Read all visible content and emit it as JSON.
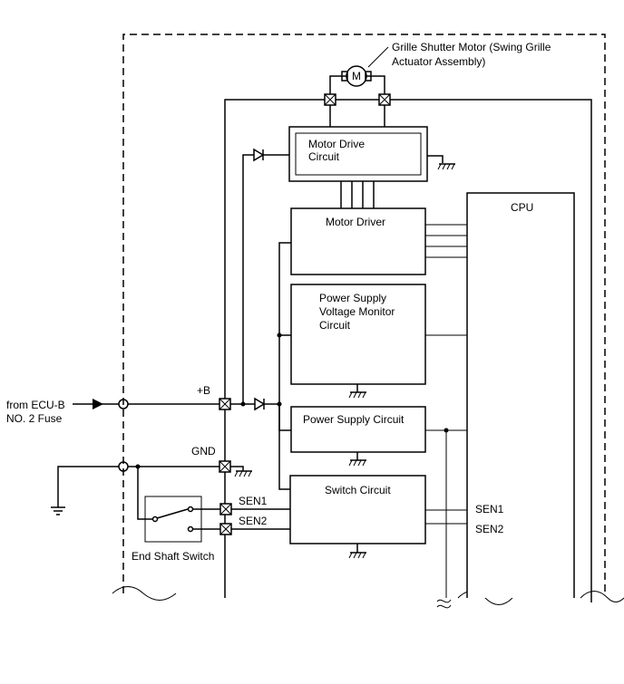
{
  "labels": {
    "motor_title_line1": "Grille Shutter Motor (Swing Grille",
    "motor_title_line2": "Actuator Assembly)",
    "motor_symbol": "M",
    "motor_drive_circuit_line1": "Motor Drive",
    "motor_drive_circuit_line2": "Circuit",
    "motor_driver": "Motor Driver",
    "cpu": "CPU",
    "psvm_line1": "Power Supply",
    "psvm_line2": "Voltage Monitor",
    "psvm_line3": "Circuit",
    "power_supply_circuit": "Power Supply Circuit",
    "switch_circuit": "Switch Circuit",
    "plus_b": "+B",
    "gnd": "GND",
    "sen1_terminal": "SEN1",
    "sen2_terminal": "SEN2",
    "sen1_cpu": "SEN1",
    "sen2_cpu": "SEN2",
    "source_line1": "from ECU-B",
    "source_line2": "NO. 2 Fuse",
    "end_shaft_switch": "End Shaft Switch"
  }
}
